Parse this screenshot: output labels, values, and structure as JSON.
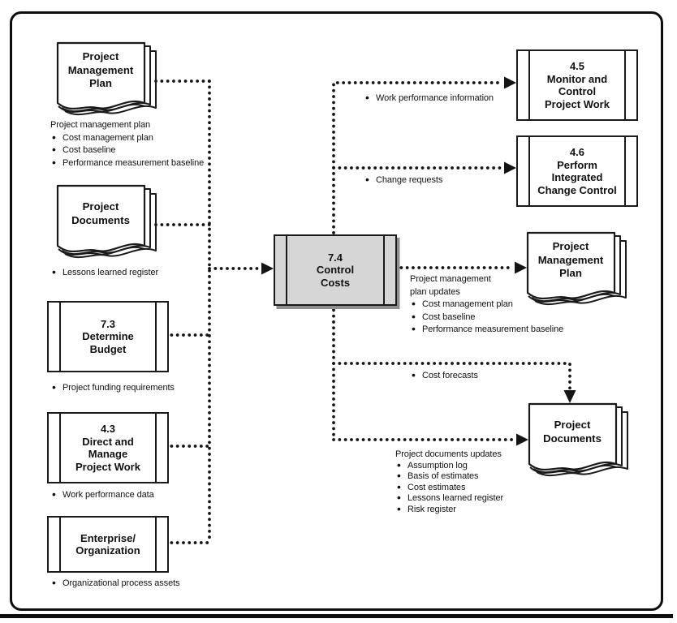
{
  "figure": {
    "nodes": {
      "pmp_in": {
        "title": "Project\nManagement\nPlan"
      },
      "pd_in": {
        "title": "Project\nDocuments"
      },
      "budget": {
        "title": "7.3\nDetermine\nBudget"
      },
      "dmpw": {
        "title": "4.3\nDirect and\nManage\nProject Work"
      },
      "eef": {
        "title": "Enterprise/\nOrganization"
      },
      "center": {
        "title": "7.4\nControl\nCosts"
      },
      "mcpw": {
        "title": "4.5\nMonitor and\nControl\nProject Work"
      },
      "picc": {
        "title": "4.6\nPerform\nIntegrated\nChange Control"
      },
      "pmp_out": {
        "title": "Project\nManagement\nPlan"
      },
      "pd_out": {
        "title": "Project\nDocuments"
      }
    },
    "notes": {
      "pmp_in": {
        "heading": "Project management plan",
        "bullets": [
          "Cost management plan",
          "Cost baseline",
          "Performance measurement baseline"
        ]
      },
      "pd_in": {
        "bullets": [
          "Lessons learned register"
        ]
      },
      "budget_in": {
        "bullets": [
          "Project funding requirements"
        ]
      },
      "dmpw_in": {
        "bullets": [
          "Work performance data"
        ]
      },
      "eef_in": {
        "bullets": [
          "Organizational process assets"
        ]
      },
      "wpi_out": {
        "bullets": [
          "Work performance information"
        ]
      },
      "cr_out": {
        "bullets": [
          "Change requests"
        ]
      },
      "pmp_out": {
        "heading": "Project management\nplan updates",
        "bullets": [
          "Cost management plan",
          "Cost baseline",
          "Performance measurement baseline"
        ]
      },
      "forecast_out": {
        "bullets": [
          "Cost forecasts"
        ]
      },
      "pd_out": {
        "heading": "Project documents updates",
        "bullets": [
          "Assumption log",
          "Basis of estimates",
          "Cost estimates",
          "Lessons learned register",
          "Risk register"
        ]
      }
    },
    "colors": {
      "line": "#141414",
      "node_border": "#1a1a1a",
      "center_fill": "#d6d6d6",
      "center_shadow": "#8f8f8f",
      "background": "#ffffff"
    }
  }
}
